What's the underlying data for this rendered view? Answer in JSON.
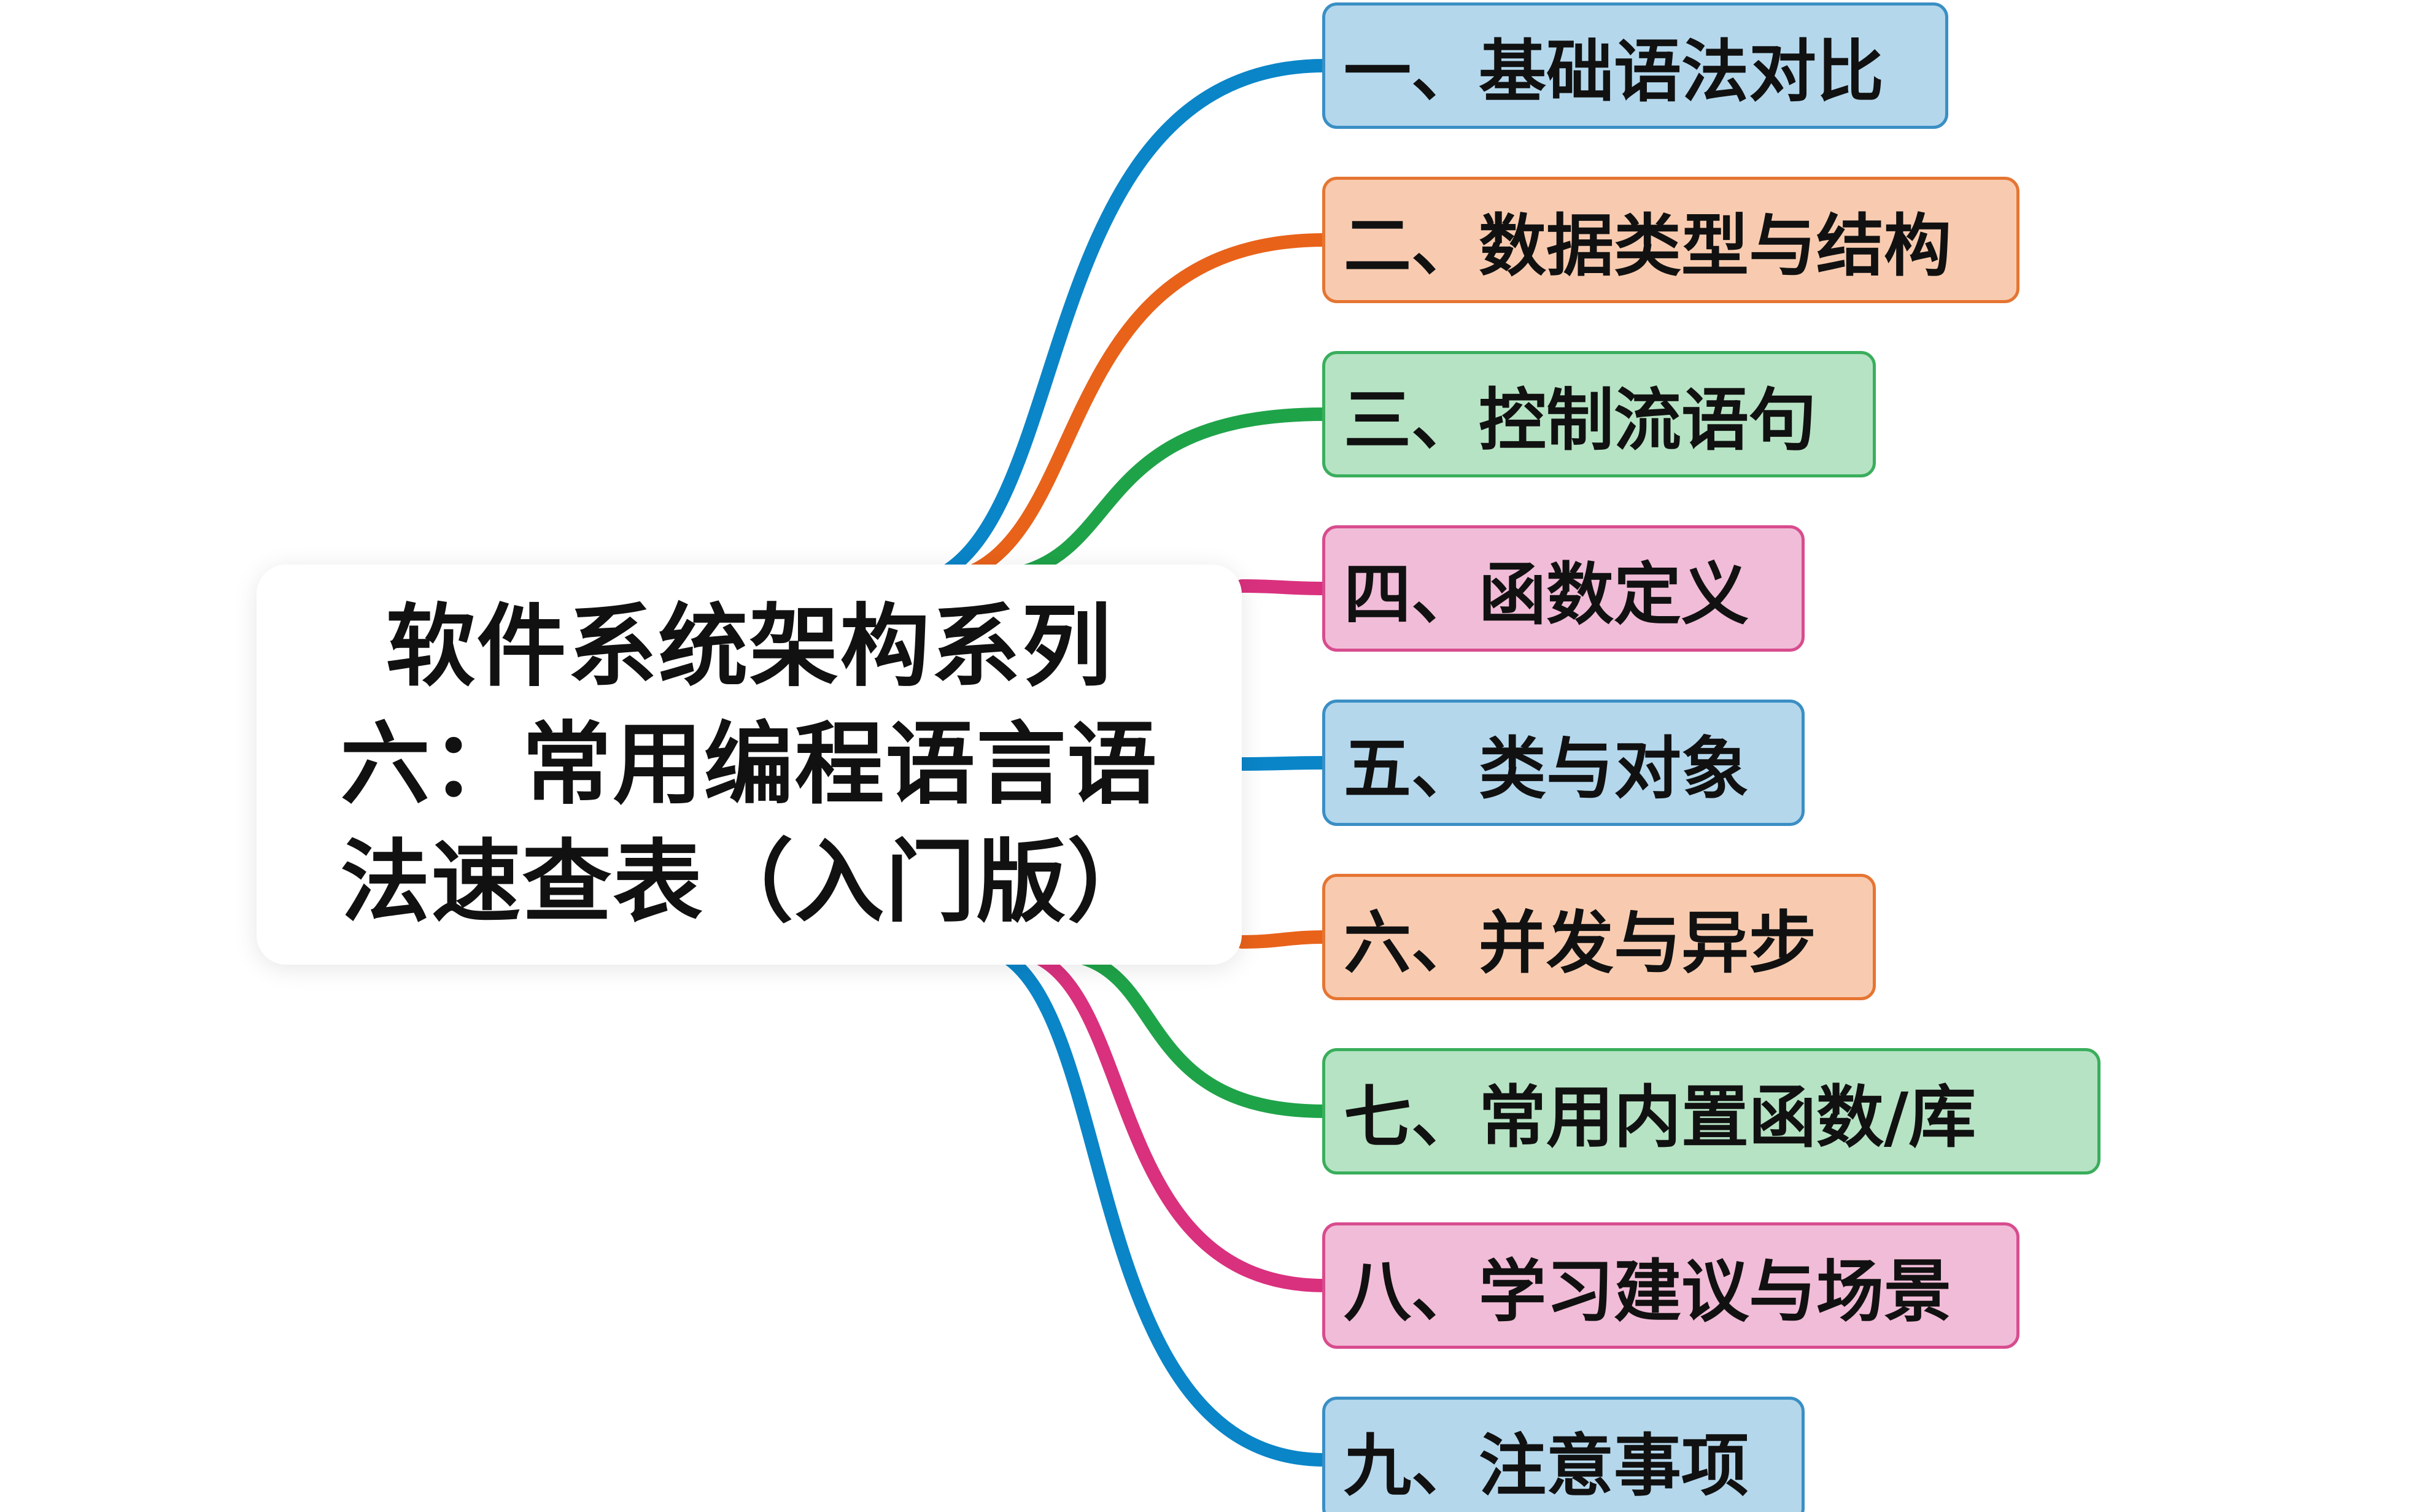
{
  "root": {
    "title_lines": [
      "软件系统架构系列",
      "六：常用编程语言语",
      "法速查表（入门版）"
    ]
  },
  "branches": [
    {
      "label": "一、基础语法对比",
      "line_color": "#0A85C8",
      "fill": "#B4D7EC",
      "border": "#3A8FC4"
    },
    {
      "label": "二、数据类型与结构",
      "line_color": "#E8621A",
      "fill": "#F8CBB0",
      "border": "#E57532"
    },
    {
      "label": "三、控制流语句",
      "line_color": "#1FA349",
      "fill": "#B6E3C4",
      "border": "#3AAE5C"
    },
    {
      "label": "四、函数定义",
      "line_color": "#D9317E",
      "fill": "#F1BCD7",
      "border": "#D84C8E"
    },
    {
      "label": "五、类与对象",
      "line_color": "#0A85C8",
      "fill": "#B4D7EC",
      "border": "#3A8FC4"
    },
    {
      "label": "六、并发与异步",
      "line_color": "#E8621A",
      "fill": "#F8CBB0",
      "border": "#E57532"
    },
    {
      "label": "七、常用内置函数/库",
      "line_color": "#1FA349",
      "fill": "#B6E3C4",
      "border": "#3AAE5C"
    },
    {
      "label": "八、学习建议与场景",
      "line_color": "#D9317E",
      "fill": "#F1BCD7",
      "border": "#D84C8E"
    },
    {
      "label": "九、注意事项",
      "line_color": "#0A85C8",
      "fill": "#B4D7EC",
      "border": "#3A8FC4"
    }
  ]
}
